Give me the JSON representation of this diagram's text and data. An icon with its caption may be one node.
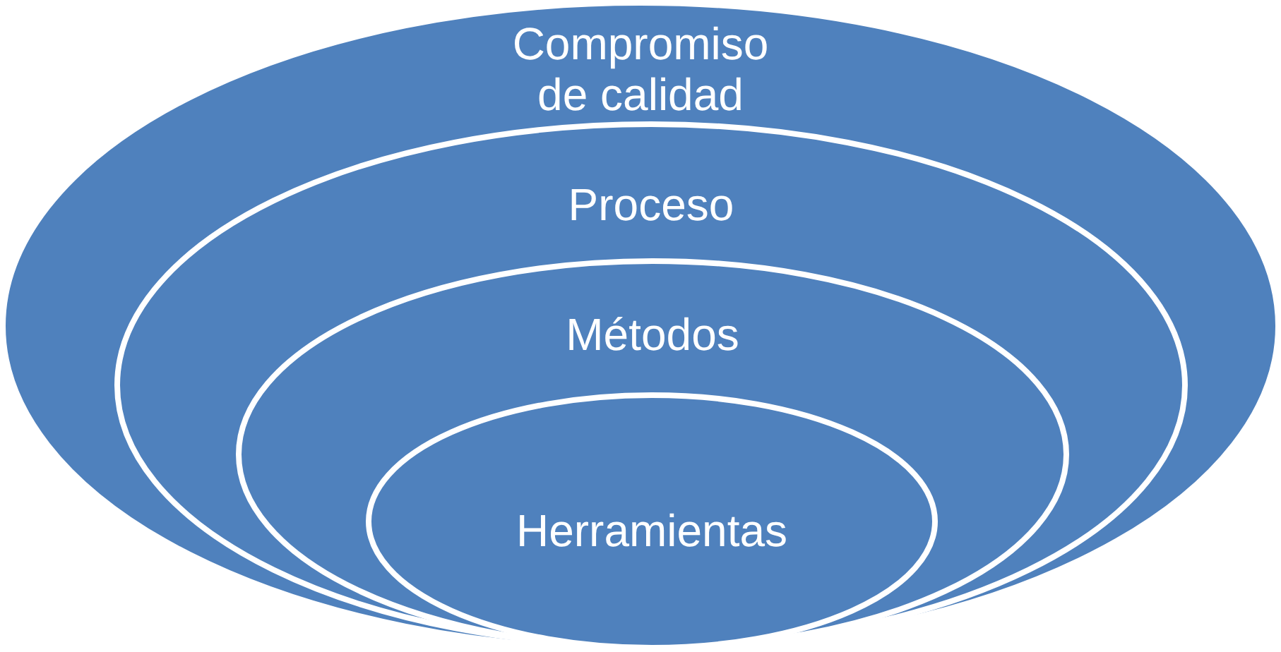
{
  "diagram": {
    "nodes": [
      {
        "text": [
          "Compromiso de calidad"
        ]
      },
      {
        "text": [
          "Proceso"
        ],
        "in": 0
      },
      {
        "text": [
          "Métodos"
        ],
        "in": 1
      },
      {
        "text": [
          "Herramientas"
        ],
        "in": 2
      }
    ]
  }
}
